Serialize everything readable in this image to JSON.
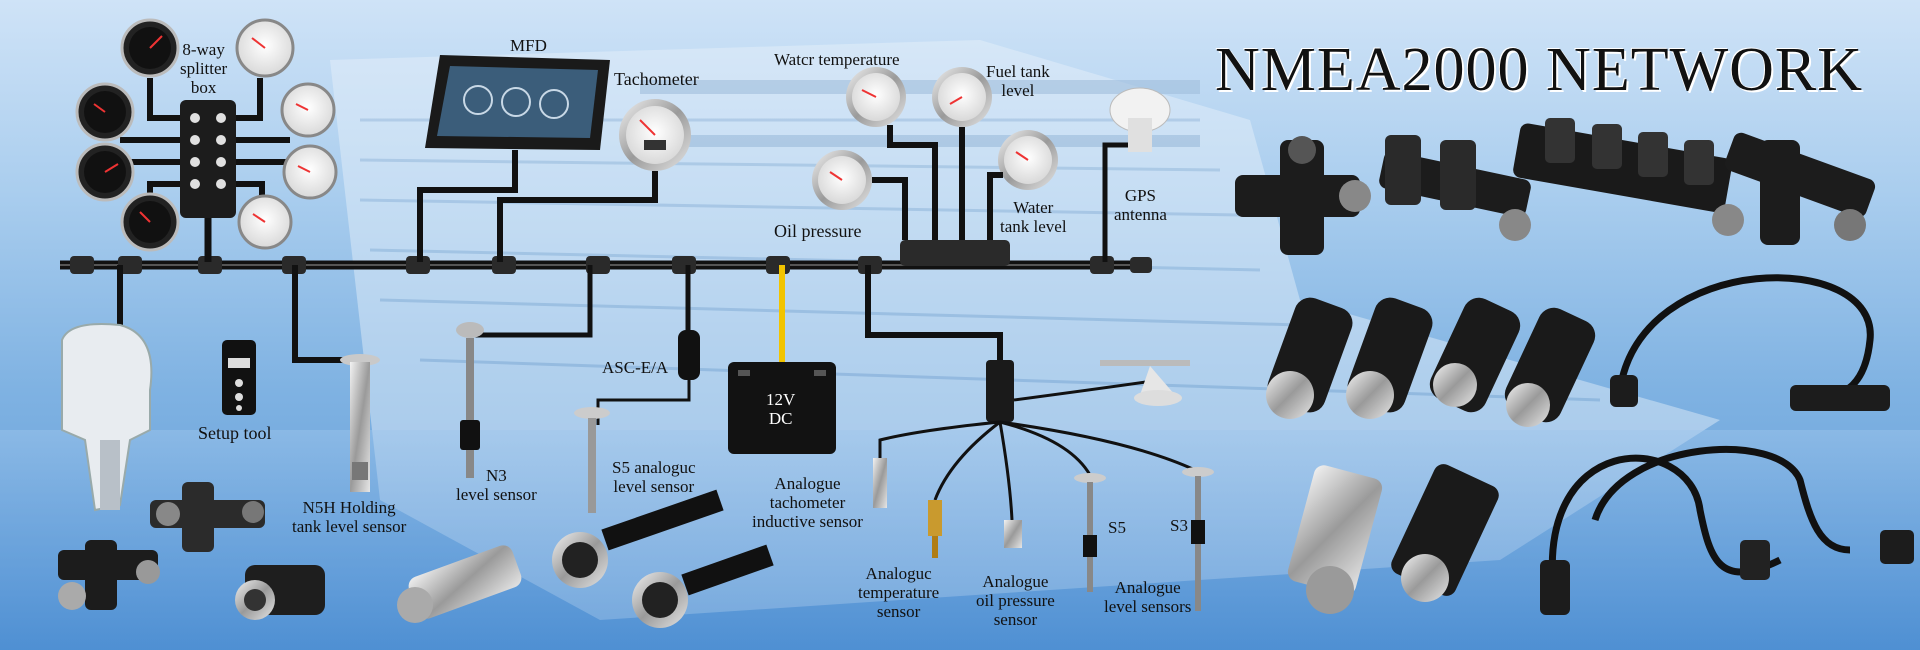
{
  "title": "NMEA2000 NETWORK",
  "labels": {
    "splitter_box": [
      "8-way",
      "splitter",
      "box"
    ],
    "mfd": "MFD",
    "tachometer": "Tachometer",
    "water_temperature": "Watcr temperature",
    "fuel_tank_level": [
      "Fuel tank",
      "level"
    ],
    "oil_pressure": "Oil pressure",
    "water_tank_level": [
      "Water",
      "tank level"
    ],
    "gps_antenna": [
      "GPS",
      "antenna"
    ],
    "setup_tool": "Setup tool",
    "n3_level_sensor": [
      "N3",
      "level sensor"
    ],
    "n5h_holding_tank": [
      "N5H Holding",
      "tank level sensor"
    ],
    "asc_ea": "ASC-E/A",
    "s5_analogue_level": [
      "S5 analoguc",
      "level sensor"
    ],
    "battery": [
      "12V",
      "DC"
    ],
    "analogue_tachometer": [
      "Analogue",
      "tachometer",
      "inductive sensor"
    ],
    "analogue_temperature": [
      "Analoguc",
      "temperature",
      "sensor"
    ],
    "analogue_oil_pressure": [
      "Analogue",
      "oil pressure",
      "sensor"
    ],
    "s5": "S5",
    "s3": "S3",
    "analogue_level_sensors": [
      "Analogue",
      "level sensors"
    ]
  },
  "colors": {
    "cable": "#111111",
    "connector": "#2a2a2a",
    "gauge_face": "#f4f4f4",
    "power_wire": "#f2c400",
    "title": "#111111"
  }
}
